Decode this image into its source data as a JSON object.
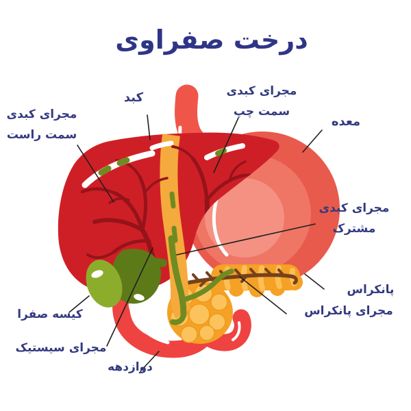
{
  "title": "درخت صفراوی",
  "labels": {
    "liver": "کبد",
    "right_hepatic_duct": {
      "line1": "مجرای کبدی",
      "line2": "سمت راست"
    },
    "left_hepatic_duct": {
      "line1": "مجرای کبدی",
      "line2": "سمت چپ"
    },
    "stomach": "معده",
    "common_hepatic_duct": {
      "line1": "مجرای کبدی",
      "line2": "مشترک"
    },
    "pancreas": "پانکراس",
    "pancreatic_duct": "مجرای پانکراس",
    "gallbladder": "کیسه صفرا",
    "cystic_duct": "مجرای سیستیک",
    "duodenum": "دوازدهه"
  },
  "colors": {
    "title_text": "#2f3586",
    "label_text": "#333a80",
    "leader_line": "#1f1f1f",
    "liver": "#cf1f26",
    "liver_vessels": "#96131a",
    "ligament_band": "#f5aa3d",
    "stomach_outer": "#e85a4c",
    "stomach_mid": "#ef7565",
    "stomach_inner": "#f49183",
    "esophagus": "#f0554a",
    "gallbladder_front": "#8cad2c",
    "gallbladder_back": "#5d7a18",
    "bile_duct": "#6f8b21",
    "pancreas": "#f5a125",
    "pancreas_lobule": "#fcc35c",
    "pancreatic_duct": "#76411d",
    "duodenum": "#ee4340",
    "highlight": "#ffffff",
    "background": "#ffffff"
  }
}
